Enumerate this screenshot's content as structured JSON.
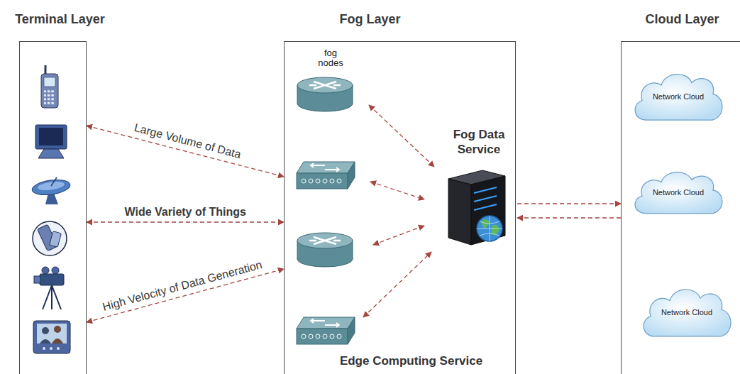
{
  "diagram": {
    "nodes": [
      {
        "text": [
          "Terminal Layer"
        ]
      },
      {
        "text": [
          "Fog Layer",
          "Edge Computing Service"
        ]
      },
      {
        "text": [
          "Fog Data Service"
        ],
        "in": 1
      },
      {
        "text": [
          "Cloud Layer"
        ]
      },
      {
        "text": [
          "Network Cloud"
        ],
        "in": 3
      },
      {
        "text": [
          "Network Cloud"
        ],
        "in": 3
      },
      {
        "text": [
          "Network Cloud"
        ],
        "in": 3
      }
    ],
    "edges": [
      {
        "from": 0,
        "to": 1,
        "label": "Large Volume of Data",
        "arrow": "both"
      },
      {
        "from": 0,
        "to": 1,
        "label": "Wide Variety of Things",
        "arrow": "both"
      },
      {
        "from": 0,
        "to": 1,
        "label": "High Velocity of Data Generation",
        "arrow": "both"
      },
      {
        "from": 2,
        "to": 3,
        "arrow": "to"
      },
      {
        "from": 3,
        "to": 2,
        "arrow": "to"
      }
    ],
    "labels": [
      "fog nodes"
    ]
  }
}
